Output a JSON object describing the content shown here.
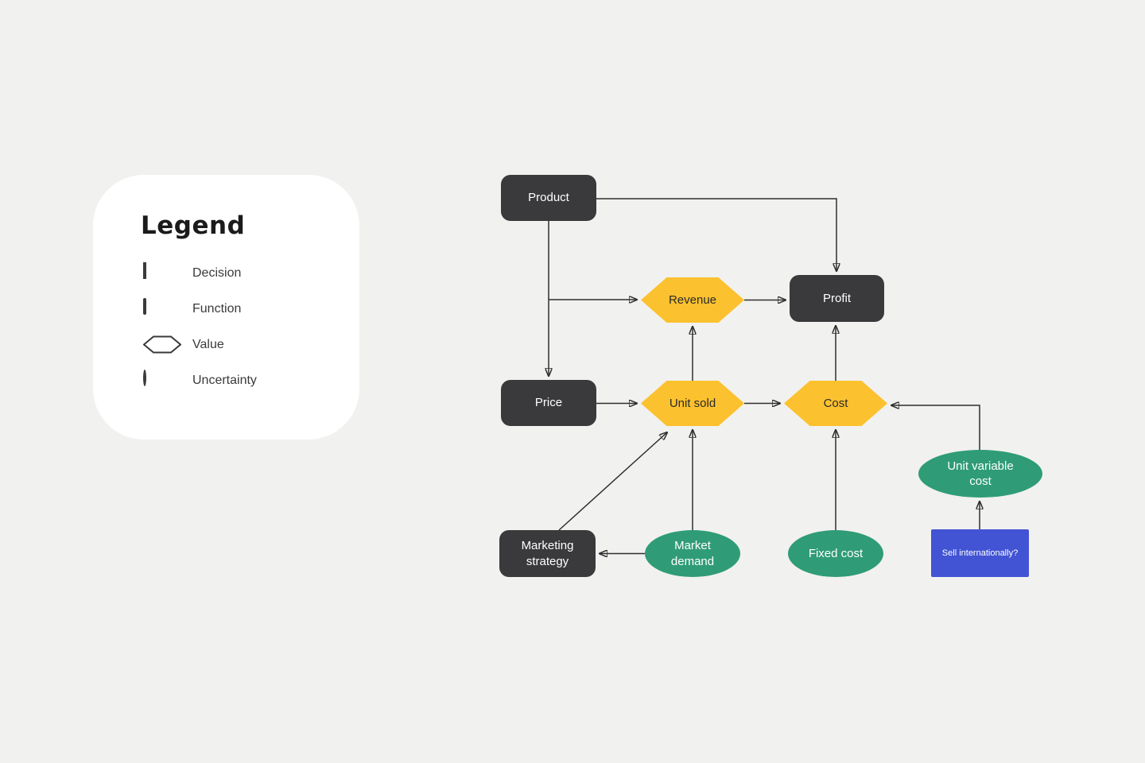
{
  "legend": {
    "title": "Legend",
    "items": [
      {
        "shape": "rectangle",
        "label": "Decision"
      },
      {
        "shape": "rounded-rectangle",
        "label": "Function"
      },
      {
        "shape": "hexagon",
        "label": "Value"
      },
      {
        "shape": "ellipse",
        "label": "Uncertainty"
      }
    ]
  },
  "diagram": {
    "nodes": {
      "product": {
        "label": "Product",
        "shape": "function"
      },
      "revenue": {
        "label": "Revenue",
        "shape": "value"
      },
      "profit": {
        "label": "Profit",
        "shape": "function"
      },
      "price": {
        "label": "Price",
        "shape": "function"
      },
      "unit_sold": {
        "label": "Unit sold",
        "shape": "value"
      },
      "cost": {
        "label": "Cost",
        "shape": "value"
      },
      "unit_variable_cost": {
        "label": "Unit variable cost",
        "shape": "uncertainty"
      },
      "marketing_strategy": {
        "label": "Marketing strategy",
        "shape": "function"
      },
      "market_demand": {
        "label": "Market demand",
        "shape": "uncertainty"
      },
      "fixed_cost": {
        "label": "Fixed cost",
        "shape": "uncertainty"
      },
      "sell_internationally": {
        "label": "Sell internationally?",
        "shape": "decision"
      }
    },
    "edges": [
      {
        "from": "Product",
        "to": "Profit"
      },
      {
        "from": "Product",
        "to": "Price"
      },
      {
        "from": "Product",
        "to": "Revenue"
      },
      {
        "from": "Revenue",
        "to": "Profit"
      },
      {
        "from": "Unit sold",
        "to": "Revenue"
      },
      {
        "from": "Price",
        "to": "Unit sold"
      },
      {
        "from": "Unit sold",
        "to": "Cost"
      },
      {
        "from": "Cost",
        "to": "Profit"
      },
      {
        "from": "Marketing strategy",
        "to": "Unit sold"
      },
      {
        "from": "Market demand",
        "to": "Unit sold"
      },
      {
        "from": "Market demand",
        "to": "Marketing strategy"
      },
      {
        "from": "Fixed cost",
        "to": "Cost"
      },
      {
        "from": "Sell internationally?",
        "to": "Unit variable cost"
      },
      {
        "from": "Unit variable cost",
        "to": "Cost"
      }
    ]
  },
  "colors": {
    "canvas_background": "#f1f1ef",
    "legend_background": "#ffffff",
    "function_fill": "#3a3a3c",
    "value_fill": "#fcc12e",
    "uncertainty_fill": "#2f9c77",
    "decision_fill": "#4254d4",
    "connector": "#2f2f2f",
    "legend_stroke": "#3a3a3a"
  }
}
